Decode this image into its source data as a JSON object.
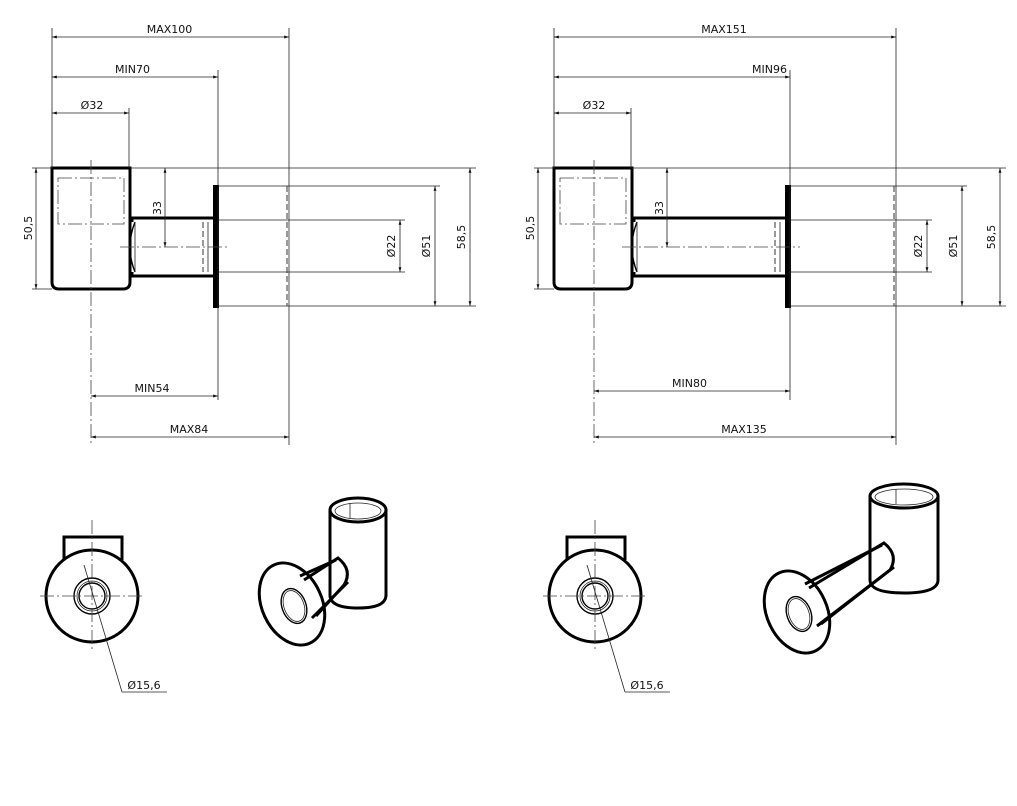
{
  "views": [
    {
      "id": "short",
      "dims": {
        "overall_max": "MAX100",
        "overall_min": "MIN70",
        "body_diameter": "Ø32",
        "body_height": "50,5",
        "axis_offset": "33",
        "tube_diameter": "Ø22",
        "flange_diameter": "Ø51",
        "total_height": "58,5",
        "projection_min": "MIN54",
        "projection_max": "MAX84",
        "bore_diameter": "Ø15,6"
      }
    },
    {
      "id": "long",
      "dims": {
        "overall_max": "MAX151",
        "overall_min": "MIN96",
        "body_diameter": "Ø32",
        "body_height": "50,5",
        "axis_offset": "33",
        "tube_diameter": "Ø22",
        "flange_diameter": "Ø51",
        "total_height": "58,5",
        "projection_min": "MIN80",
        "projection_max": "MAX135",
        "bore_diameter": "Ø15,6"
      }
    }
  ]
}
